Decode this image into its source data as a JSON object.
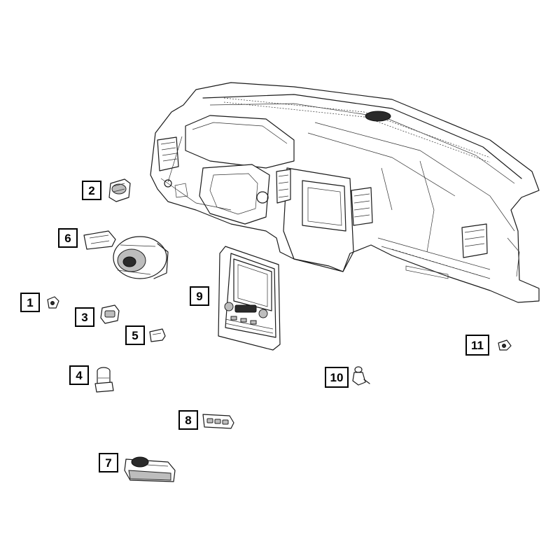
{
  "callouts": [
    {
      "id": "1",
      "label": "1"
    },
    {
      "id": "2",
      "label": "2"
    },
    {
      "id": "3",
      "label": "3"
    },
    {
      "id": "4",
      "label": "4"
    },
    {
      "id": "5",
      "label": "5"
    },
    {
      "id": "6",
      "label": "6"
    },
    {
      "id": "7",
      "label": "7"
    },
    {
      "id": "8",
      "label": "8"
    },
    {
      "id": "9",
      "label": "9"
    },
    {
      "id": "10",
      "label": "10"
    },
    {
      "id": "11",
      "label": "11"
    }
  ],
  "colors": {
    "line": "#1a1a1a",
    "background": "#ffffff",
    "box_border": "#000000"
  }
}
